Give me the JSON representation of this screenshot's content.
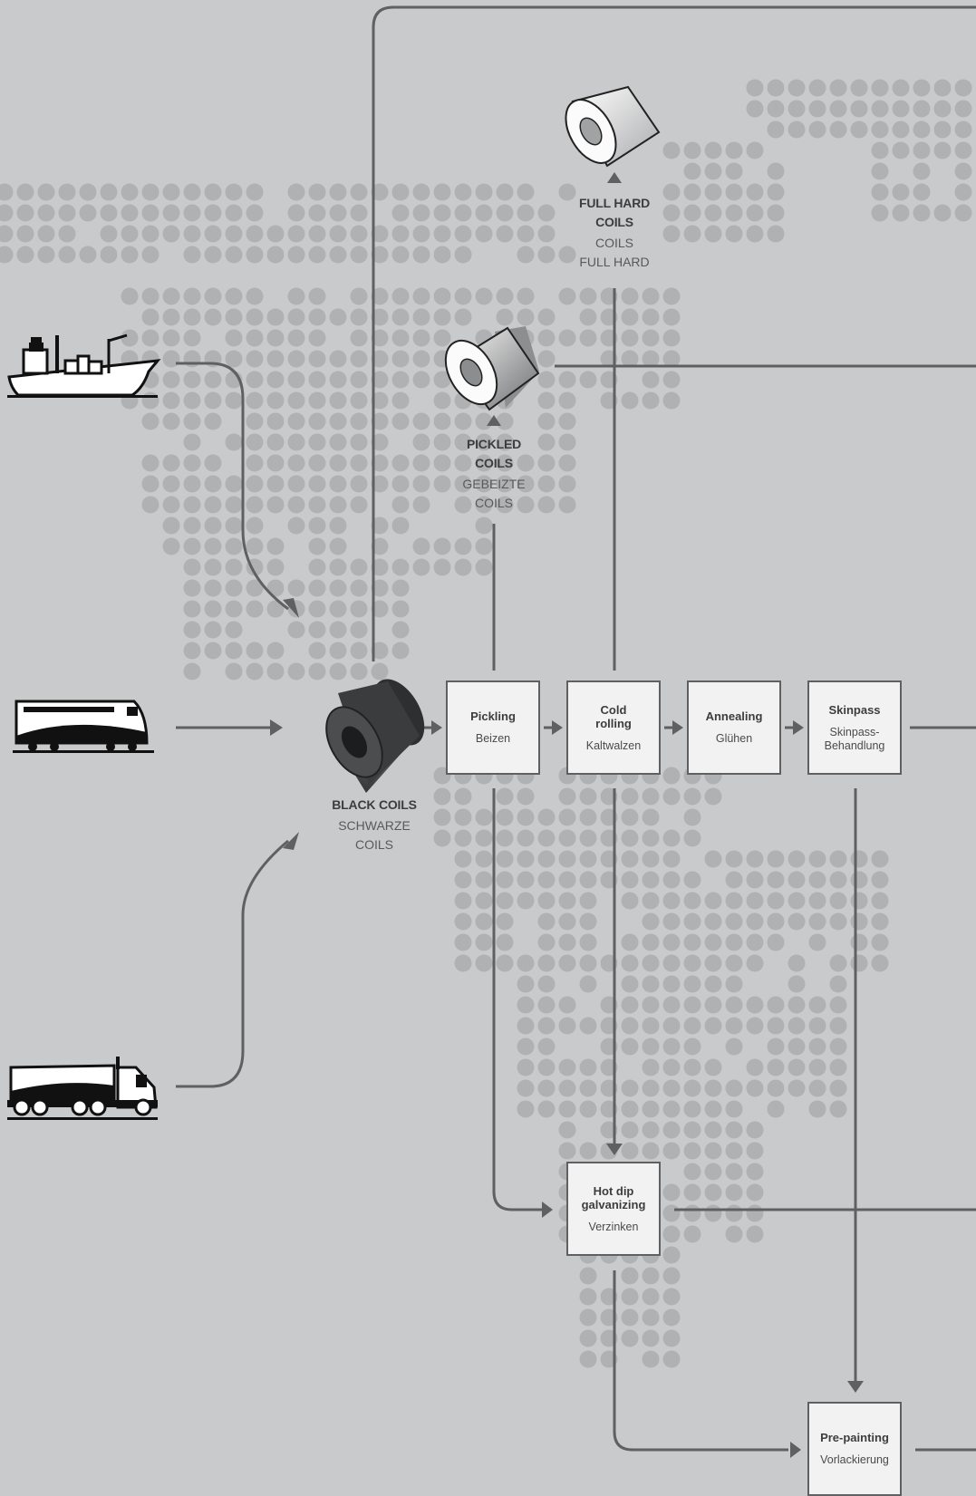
{
  "coils": {
    "black": {
      "en": "BLACK COILS",
      "de": "SCHWARZE COILS"
    },
    "pickled": {
      "en": "PICKLED COILS",
      "de": "GEBEIZTE COILS"
    },
    "full_hard": {
      "en": "FULL HARD COILS",
      "de": "COILS FULL HARD"
    }
  },
  "processes": {
    "pickling": {
      "title": "Pickling",
      "sub": "Beizen"
    },
    "cold_rolling": {
      "title": "Cold rolling",
      "sub": "Kaltwalzen"
    },
    "annealing": {
      "title": "Annealing",
      "sub": "Glühen"
    },
    "skinpass": {
      "title": "Skinpass",
      "sub": "Skinpass-Behandlung"
    },
    "hot_dip": {
      "title": "Hot dip galvanizing",
      "sub": "Verzinken"
    },
    "pre_painting": {
      "title": "Pre-painting",
      "sub": "Vorlackierung"
    }
  },
  "transport_icons": [
    "ship-icon",
    "train-icon",
    "truck-icon"
  ],
  "colors": {
    "background": "#c9cacc",
    "dots": "#b0b1b3",
    "flow": "#5f6062",
    "box": "#f2f2f2"
  }
}
